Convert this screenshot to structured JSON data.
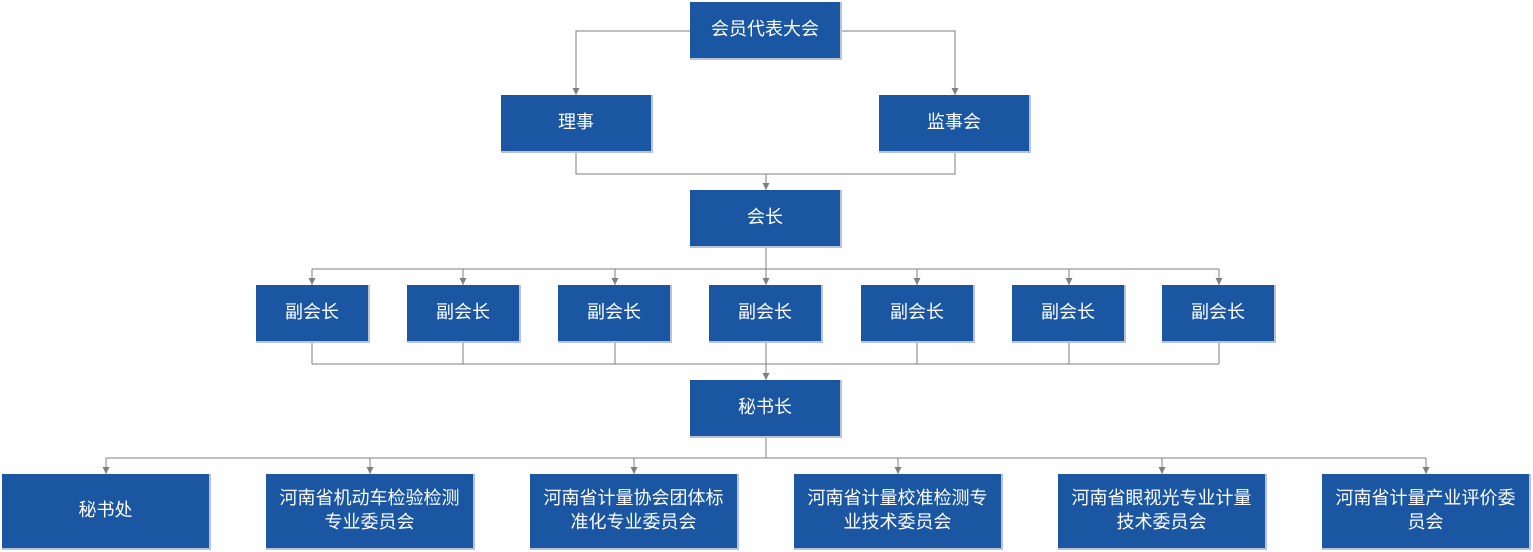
{
  "colors": {
    "node_fill": "#1a56a2",
    "node_text": "#ffffff",
    "connector": "#7f7f7f"
  },
  "nodes": {
    "congress": "会员代表大会",
    "council": "理事",
    "supervisory_board": "监事会",
    "president": "会长",
    "vice_presidents": [
      "副会长",
      "副会长",
      "副会长",
      "副会长",
      "副会长",
      "副会长",
      "副会长"
    ],
    "secretary_general": "秘书长",
    "departments": [
      "秘书处",
      "河南省机动车检验检测专业委员会",
      "河南省计量协会团体标准化专业委员会",
      "河南省计量校准检测专业技术委员会",
      "河南省眼视光专业计量技术委员会",
      "河南省计量产业评价委员会"
    ]
  }
}
